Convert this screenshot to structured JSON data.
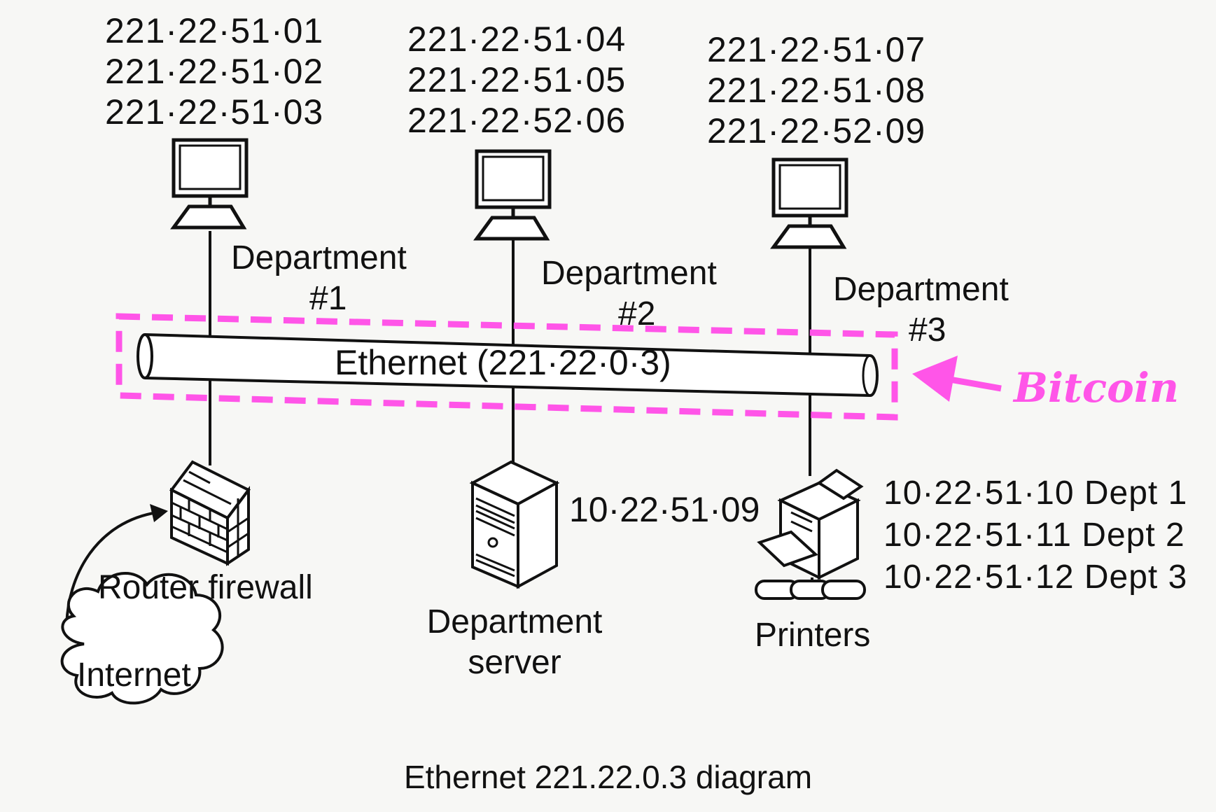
{
  "departments": [
    {
      "ip_addresses": [
        "221·22·51·01",
        "221·22·51·02",
        "221·22·51·03"
      ],
      "label_line1": "Department",
      "label_line2": "#1"
    },
    {
      "ip_addresses": [
        "221·22·51·04",
        "221·22·51·05",
        "221·22·52·06"
      ],
      "label_line1": "Department",
      "label_line2": "#2"
    },
    {
      "ip_addresses": [
        "221·22·51·07",
        "221·22·51·08",
        "221·22·52·09"
      ],
      "label_line1": "Department",
      "label_line2": "#3"
    }
  ],
  "bus": {
    "label": "Ethernet (221·22·0·3)"
  },
  "annotation": {
    "label": "Bitcoin",
    "color": "#ff55e8"
  },
  "router": {
    "label": "Router firewall",
    "internet_label": "Internet"
  },
  "server": {
    "ip": "10·22·51·09",
    "label_line1": "Department",
    "label_line2": "server"
  },
  "printers": {
    "label": "Printers",
    "addresses": [
      "10·22·51·10 Dept 1",
      "10·22·51·11 Dept 2",
      "10·22·51·12 Dept 3"
    ]
  },
  "caption": "Ethernet 221.22.0.3 diagram",
  "icons": {
    "workstation": "workstation-icon",
    "firewall": "brick-firewall-icon",
    "cloud": "cloud-icon",
    "server": "server-tower-icon",
    "printer": "printer-icon"
  }
}
